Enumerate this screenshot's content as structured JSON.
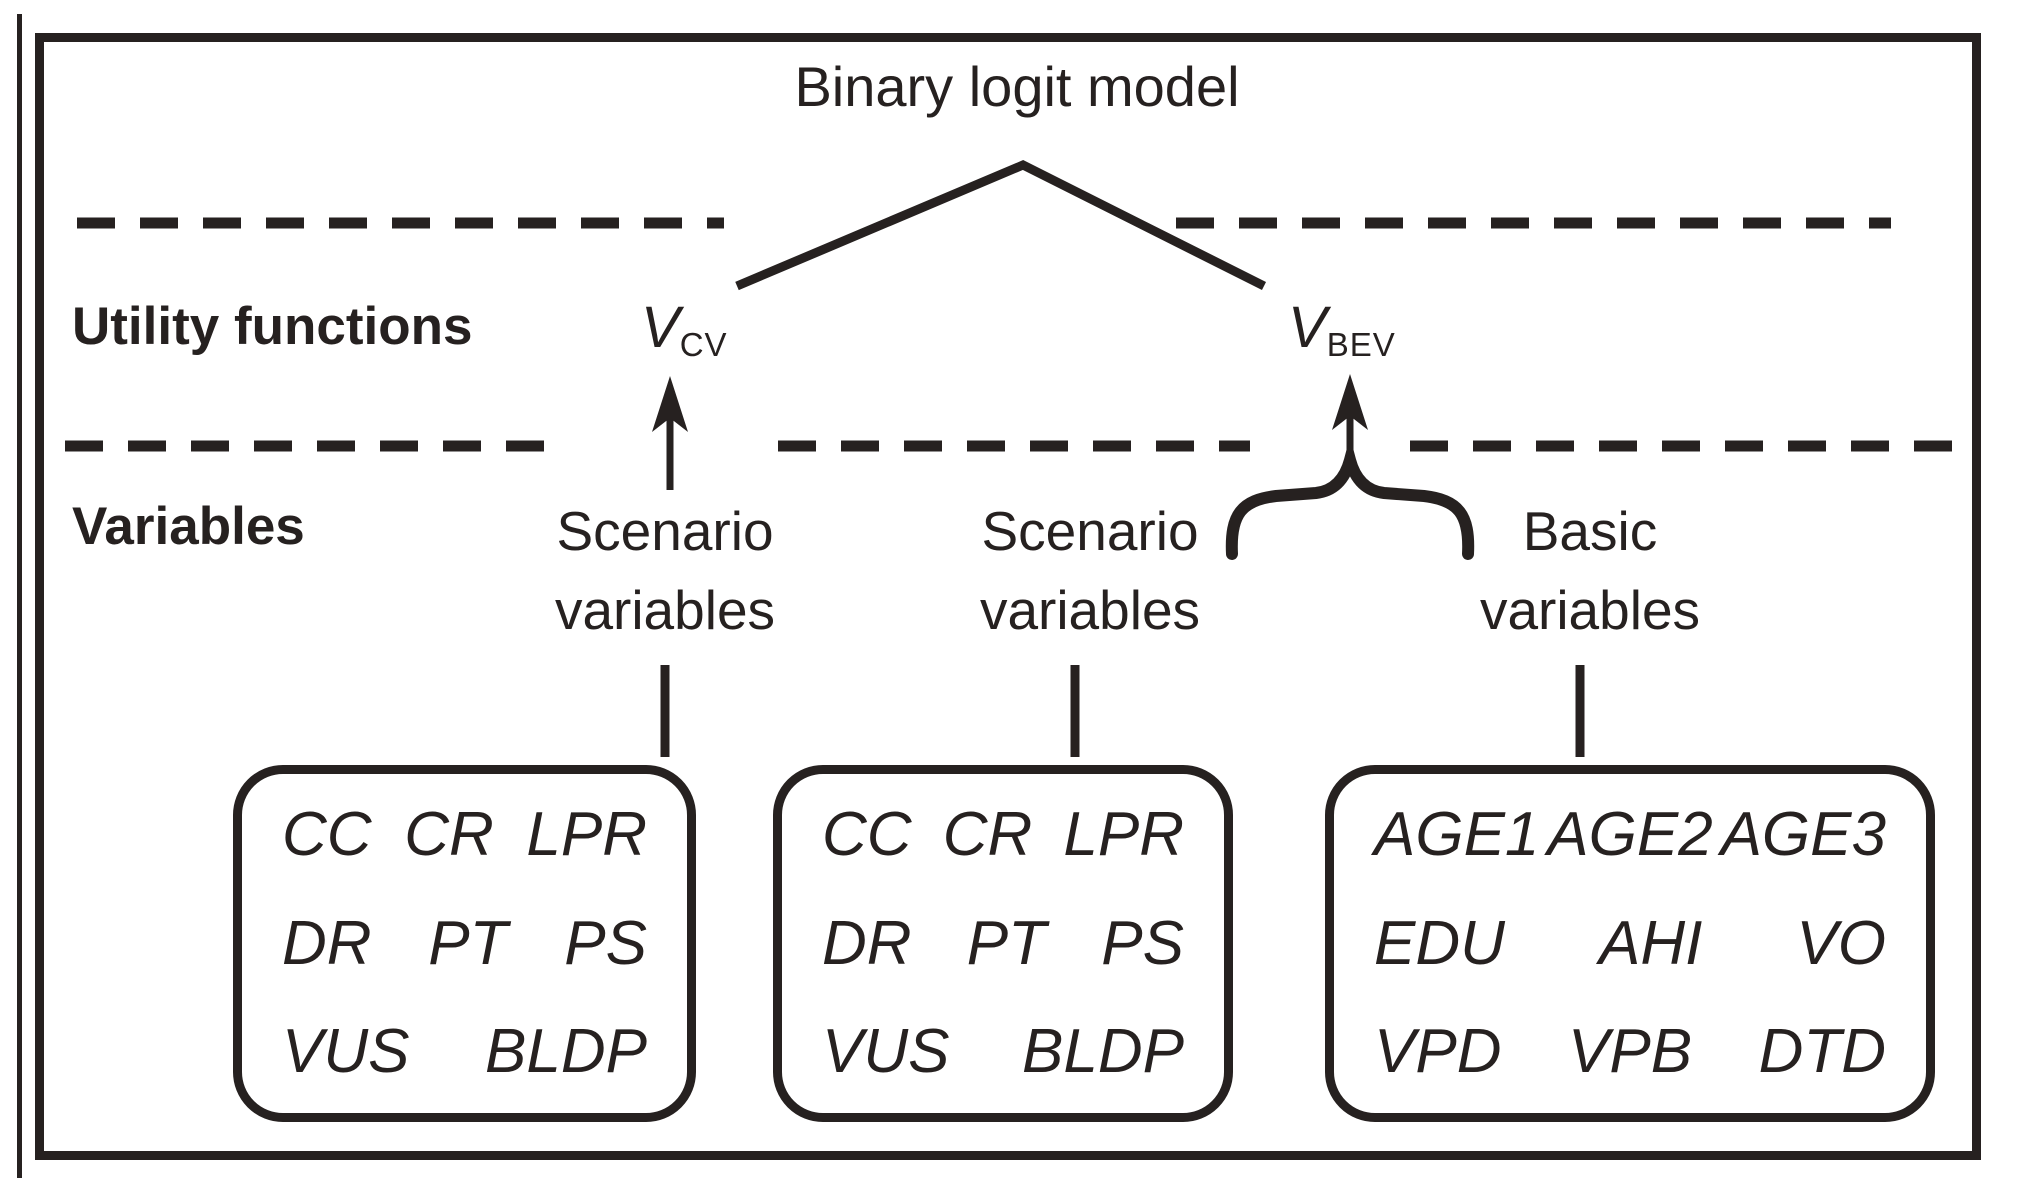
{
  "colors": {
    "ink": "#262120",
    "background": "#ffffff"
  },
  "title": "Binary logit model",
  "row_labels": {
    "utility": "Utility functions",
    "variables": "Variables"
  },
  "utility_nodes": {
    "cv": {
      "base": "V",
      "sub": "CV"
    },
    "bev": {
      "base": "V",
      "sub": "BEV"
    }
  },
  "group_labels": [
    {
      "line1": "Scenario",
      "line2": "variables"
    },
    {
      "line1": "Scenario",
      "line2": "variables"
    },
    {
      "line1": "Basic",
      "line2": "variables"
    }
  ],
  "variable_boxes": [
    {
      "rows": [
        [
          "CC",
          "CR",
          "LPR"
        ],
        [
          "DR",
          "PT",
          "PS"
        ],
        [
          "VUS",
          "BLDP"
        ]
      ]
    },
    {
      "rows": [
        [
          "CC",
          "CR",
          "LPR"
        ],
        [
          "DR",
          "PT",
          "PS"
        ],
        [
          "VUS",
          "BLDP"
        ]
      ]
    },
    {
      "rows": [
        [
          "AGE1",
          "AGE2",
          "AGE3"
        ],
        [
          "EDU",
          "AHI",
          "VO"
        ],
        [
          "VPD",
          "VPB",
          "DTD"
        ]
      ]
    }
  ]
}
